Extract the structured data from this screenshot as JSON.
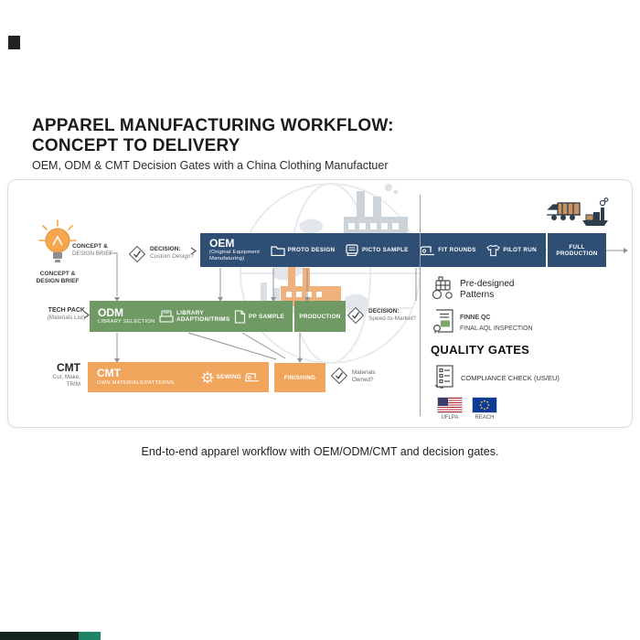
{
  "header": {
    "title_line1": "APPAREL MANUFACTURING WORKFLOW:",
    "title_line2": "CONCEPT TO DELIVERY",
    "subtitle": "OEM, ODM & CMT Decision Gates with a China Clothing Manufactuer"
  },
  "colors": {
    "oem_blue": "#2f4e74",
    "odm_green": "#6f9a64",
    "cmt_orange": "#f0a55c",
    "bulb_orange": "#f5a64f",
    "us_flag_red": "#b22234",
    "eu_flag_blue": "#0d3b97"
  },
  "concept": {
    "below_label_line1": "CONCEPT &",
    "below_label_line2": "DESIGN BRIEF",
    "side_label_line1": "CONCEPT &",
    "side_label_line2": "DESIGN BRIEF"
  },
  "decision_custom": {
    "title": "DECISION:",
    "question": "Custom Design?"
  },
  "decision_speed": {
    "title": "DECISION:",
    "question": "Speed-to-Market?"
  },
  "decision_materials": {
    "question_line1": "Materials",
    "question_line2": "Owned?"
  },
  "oem": {
    "name": "OEM",
    "subtitle_line1": "(Original Equipment",
    "subtitle_line2": "Manufaturing)",
    "steps": [
      {
        "icon": "folder-icon",
        "label": "PROTO DESIGN"
      },
      {
        "icon": "printer-icon",
        "label": "PICTO SAMPLE"
      },
      {
        "icon": "sewing-machine-icon",
        "label": "FIT ROUNDS"
      },
      {
        "icon": "tshirt-icon",
        "label": "PILOT RUN"
      }
    ],
    "final_step": "FULL PRODUCTION"
  },
  "tech_pack": {
    "line1": "TECH PACK",
    "line2": "(Materials List)"
  },
  "odm": {
    "name": "ODM",
    "subtitle": "LIBRARY SELECTION",
    "steps": [
      {
        "icon": "card-file-icon",
        "label_line1": "LIBRARY",
        "label_line2": "ADAPTION/TRIMS"
      },
      {
        "icon": "document-icon",
        "label_line1": "PP SAMPLE"
      }
    ],
    "final_step": "PRODUCTION"
  },
  "cmt": {
    "outside_name": "CMT",
    "outside_sub_line1": "Cut, Make,",
    "outside_sub_line2": "TRIM",
    "name": "CMT",
    "subtitle": "OWN MATERIALS/PATTERNS",
    "step_label": "SEWING",
    "final_step": "FINISHING"
  },
  "right_panel": {
    "predesigned_line1": "Pre-designed",
    "predesigned_line2": "Patterns",
    "qc_line1": "FINNE QC",
    "qc_line2": "FINAL AQL INSPECTION",
    "heading": "QUALITY GATES",
    "compliance_label": "COMPLIANCE CHECK (US/EU)",
    "flags": [
      {
        "icon": "us-flag",
        "label": "UFLPA"
      },
      {
        "icon": "eu-flag",
        "label": "REACH"
      }
    ]
  },
  "caption": "End-to-end apparel workflow with OEM/ODM/CMT and decision gates."
}
